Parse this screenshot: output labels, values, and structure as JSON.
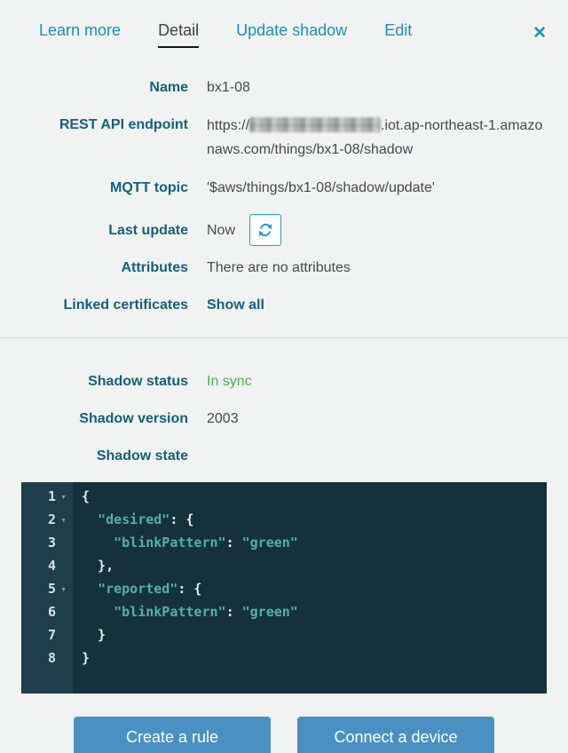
{
  "header": {
    "tabs": [
      {
        "label": "Learn more",
        "active": false
      },
      {
        "label": "Detail",
        "active": true
      },
      {
        "label": "Update shadow",
        "active": false
      },
      {
        "label": "Edit",
        "active": false
      }
    ],
    "close_label": "✕"
  },
  "detail": {
    "fields": [
      {
        "label": "Name",
        "value": "bx1-08"
      },
      {
        "label": "REST API endpoint",
        "prefix": "https://",
        "redacted": true,
        "suffix": ".iot.ap-northeast-1.amazonaws.com/things/bx1-08/shadow"
      },
      {
        "label": "MQTT topic",
        "value": "'$aws/things/bx1-08/shadow/update'"
      },
      {
        "label": "Last update",
        "value": "Now"
      },
      {
        "label": "Attributes",
        "value": "There are no attributes"
      },
      {
        "label": "Linked certificates",
        "value": "Show all"
      }
    ]
  },
  "shadow": {
    "status_label": "Shadow status",
    "status_value": "In sync",
    "version_label": "Shadow version",
    "version_value": "2003",
    "state_label": "Shadow state"
  },
  "code": {
    "lines": [
      {
        "n": "1",
        "fold": true,
        "text": "{"
      },
      {
        "n": "2",
        "fold": true,
        "text": "  \"desired\": {"
      },
      {
        "n": "3",
        "fold": false,
        "text": "    \"blinkPattern\": \"green\""
      },
      {
        "n": "4",
        "fold": false,
        "text": "  },"
      },
      {
        "n": "5",
        "fold": true,
        "text": "  \"reported\": {"
      },
      {
        "n": "6",
        "fold": false,
        "text": "    \"blinkPattern\": \"green\""
      },
      {
        "n": "7",
        "fold": false,
        "text": "  }"
      },
      {
        "n": "8",
        "fold": false,
        "text": "}"
      }
    ]
  },
  "actions": {
    "create_rule": "Create a rule",
    "connect_device": "Connect a device"
  },
  "colors": {
    "tab_blue": "#1c8fb5",
    "label_teal": "#15617a",
    "status_green": "#4caf50",
    "button_blue": "#4a90c2",
    "editor_bg": "#14313c",
    "code_string": "#54b2a2"
  }
}
